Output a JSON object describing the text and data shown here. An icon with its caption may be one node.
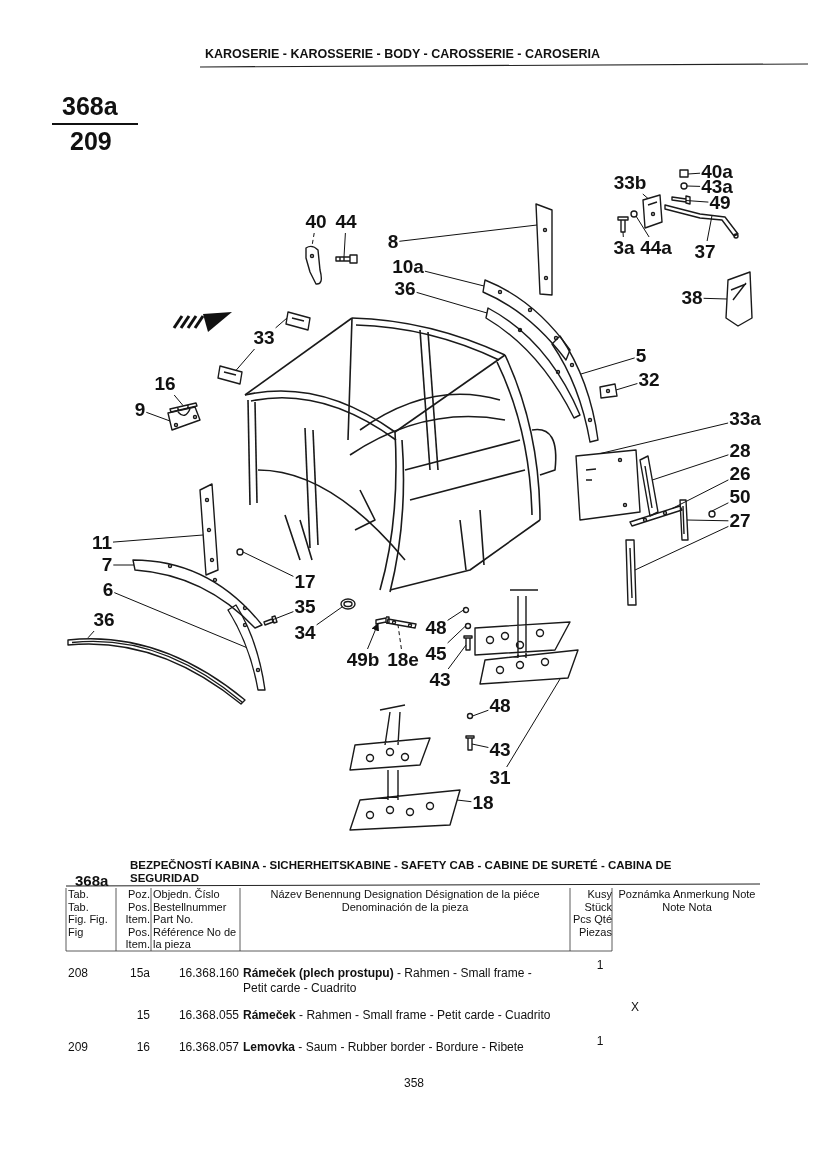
{
  "diagram": {
    "title": "KAROSERIE - KAROSSERIE - BODY - CAROSSERIE - CAROSERIA",
    "nodes": [
      {
        "text": [
          "40"
        ]
      },
      {
        "text": [
          "44"
        ]
      },
      {
        "text": [
          "8"
        ]
      },
      {
        "text": [
          "10a"
        ]
      },
      {
        "text": [
          "36"
        ]
      },
      {
        "text": [
          "33b"
        ]
      },
      {
        "text": [
          "40a"
        ]
      },
      {
        "text": [
          "43a"
        ]
      },
      {
        "text": [
          "49"
        ]
      },
      {
        "text": [
          "3a"
        ]
      },
      {
        "text": [
          "44a"
        ]
      },
      {
        "text": [
          "37"
        ]
      },
      {
        "text": [
          "38"
        ]
      },
      {
        "text": [
          "33"
        ]
      },
      {
        "text": [
          "5"
        ]
      },
      {
        "text": [
          "32"
        ]
      },
      {
        "text": [
          "16"
        ]
      },
      {
        "text": [
          "9"
        ]
      },
      {
        "text": [
          "33a"
        ]
      },
      {
        "text": [
          "28"
        ]
      },
      {
        "text": [
          "26"
        ]
      },
      {
        "text": [
          "50"
        ]
      },
      {
        "text": [
          "27"
        ]
      },
      {
        "text": [
          "11"
        ]
      },
      {
        "text": [
          "7"
        ]
      },
      {
        "text": [
          "6"
        ]
      },
      {
        "text": [
          "17"
        ]
      },
      {
        "text": [
          "35"
        ]
      },
      {
        "text": [
          "34"
        ]
      },
      {
        "text": [
          "36"
        ]
      },
      {
        "text": [
          "48"
        ]
      },
      {
        "text": [
          "49b"
        ]
      },
      {
        "text": [
          "18e"
        ]
      },
      {
        "text": [
          "45"
        ]
      },
      {
        "text": [
          "43"
        ]
      },
      {
        "text": [
          "48"
        ]
      },
      {
        "text": [
          "43"
        ]
      },
      {
        "text": [
          "31"
        ]
      },
      {
        "text": [
          "18"
        ]
      },
      {
        "text": [],
        "shape": "picture"
      },
      {
        "text": [],
        "shape": "picture"
      },
      {
        "text": [],
        "shape": "picture"
      },
      {
        "text": [],
        "shape": "picture"
      },
      {
        "text": [],
        "shape": "picture"
      },
      {
        "text": [],
        "shape": "picture"
      },
      {
        "text": [],
        "shape": "box"
      },
      {
        "text": [],
        "shape": "circle"
      },
      {
        "text": [],
        "shape": "picture"
      },
      {
        "text": [],
        "shape": "picture"
      },
      {
        "text": [],
        "shape": "circle"
      },
      {
        "text": [],
        "shape": "picture"
      },
      {
        "text": [],
        "shape": "picture"
      },
      {
        "text": [],
        "shape": "picture"
      },
      {
        "text": [],
        "shape": "picture"
      },
      {
        "text": [],
        "shape": "picture"
      },
      {
        "text": [],
        "shape": "picture"
      },
      {
        "text": [],
        "shape": "picture"
      },
      {
        "text": [],
        "shape": "picture"
      },
      {
        "text": [],
        "shape": "picture"
      },
      {
        "text": [],
        "shape": "picture"
      },
      {
        "text": [],
        "shape": "picture"
      },
      {
        "text": [],
        "shape": "circle"
      },
      {
        "text": [],
        "shape": "picture"
      },
      {
        "text": [],
        "shape": "picture"
      },
      {
        "text": [],
        "shape": "picture"
      },
      {
        "text": [],
        "shape": "picture"
      },
      {
        "text": [],
        "shape": "picture"
      },
      {
        "text": [],
        "shape": "circle"
      },
      {
        "text": [],
        "shape": "picture"
      },
      {
        "text": [],
        "shape": "picture"
      },
      {
        "text": [],
        "shape": "picture"
      },
      {
        "text": [],
        "shape": "circle"
      },
      {
        "text": [],
        "shape": "picture"
      },
      {
        "text": [],
        "shape": "picture"
      },
      {
        "text": [],
        "shape": "circle"
      },
      {
        "text": [],
        "shape": "picture"
      },
      {
        "text": [],
        "shape": "circle"
      },
      {
        "text": [],
        "shape": "picture"
      },
      {
        "text": [],
        "shape": "picture"
      },
      {
        "text": [],
        "shape": "picture"
      }
    ],
    "edges": [
      {
        "from": 0,
        "to": 39,
        "arrow": "none",
        "style": "dashed"
      },
      {
        "from": 1,
        "to": 40,
        "arrow": "none"
      },
      {
        "from": 2,
        "to": 41,
        "arrow": "none"
      },
      {
        "from": 3,
        "to": 42,
        "arrow": "none"
      },
      {
        "from": 4,
        "to": 43,
        "arrow": "none"
      },
      {
        "from": 5,
        "to": 44,
        "arrow": "none"
      },
      {
        "from": 6,
        "to": 45,
        "arrow": "none"
      },
      {
        "from": 7,
        "to": 46,
        "arrow": "none"
      },
      {
        "from": 8,
        "to": 47,
        "arrow": "none"
      },
      {
        "from": 9,
        "to": 48,
        "arrow": "none"
      },
      {
        "from": 10,
        "to": 49,
        "arrow": "none"
      },
      {
        "from": 11,
        "to": 50,
        "arrow": "none"
      },
      {
        "from": 12,
        "to": 51,
        "arrow": "none"
      },
      {
        "from": 13,
        "to": 52,
        "arrow": "none"
      },
      {
        "from": 13,
        "to": 53,
        "arrow": "none"
      },
      {
        "from": 14,
        "to": 54,
        "arrow": "none"
      },
      {
        "from": 15,
        "to": 55,
        "arrow": "none"
      },
      {
        "from": 16,
        "to": 56,
        "arrow": "none"
      },
      {
        "from": 17,
        "to": 57,
        "arrow": "none"
      },
      {
        "from": 18,
        "to": 58,
        "arrow": "none"
      },
      {
        "from": 19,
        "to": 59,
        "arrow": "none"
      },
      {
        "from": 20,
        "to": 60,
        "arrow": "none"
      },
      {
        "from": 21,
        "to": 61,
        "arrow": "none"
      },
      {
        "from": 22,
        "to": 62,
        "arrow": "none"
      },
      {
        "from": 22,
        "to": 63,
        "arrow": "none"
      },
      {
        "from": 23,
        "to": 64,
        "arrow": "none"
      },
      {
        "from": 24,
        "to": 65,
        "arrow": "none"
      },
      {
        "from": 25,
        "to": 66,
        "arrow": "none"
      },
      {
        "from": 26,
        "to": 67,
        "arrow": "none"
      },
      {
        "from": 27,
        "to": 68,
        "arrow": "none"
      },
      {
        "from": 28,
        "to": 69,
        "arrow": "none"
      },
      {
        "from": 29,
        "to": 70,
        "arrow": "none"
      },
      {
        "from": 30,
        "to": 71,
        "arrow": "none"
      },
      {
        "from": 31,
        "to": 72,
        "arrow": "to"
      },
      {
        "from": 32,
        "to": 73,
        "arrow": "none",
        "style": "dashed"
      },
      {
        "from": 33,
        "to": 74,
        "arrow": "none"
      },
      {
        "from": 34,
        "to": 75,
        "arrow": "none"
      },
      {
        "from": 35,
        "to": 76,
        "arrow": "none"
      },
      {
        "from": 36,
        "to": 77,
        "arrow": "none"
      },
      {
        "from": 37,
        "to": 78,
        "arrow": "none"
      },
      {
        "from": 38,
        "to": 79,
        "arrow": "none"
      }
    ],
    "labels": [
      "368a",
      "209",
      "368a",
      "BEZPEČNOSTÍ KABINA - SICHERHEITSKABINE - SAFETY CAB - CABINE DE SURETÉ - CABINA DE SEGURIDAD",
      "Tab. Tab. Fig. Fig. Fig",
      "Poz. Pos. Item. Pos. Item.",
      "Objedn. Číslo Bestellnummer Part No. Référence No de la pieza",
      "Název Benennung Designation Désignation de la piéce Denominación de la pieza",
      "Kusy Stück Pcs Qté Piezas",
      "Poznámka Anmerkung Note Note Nota",
      "208",
      "15a",
      "16.368.160",
      "**Rámeček (plech prostupu)** - Rahmen - Small frame - Petit carde - Cuadrito",
      "1",
      "15",
      "16.368.055",
      "**Rámeček** - Rahmen - Small frame - Petit carde - Cuadrito",
      "X",
      "209",
      "16",
      "16.368.057",
      "**Lemovka** - Saum - Rubber border - Bordure - Ribete",
      "1",
      "358"
    ]
  }
}
